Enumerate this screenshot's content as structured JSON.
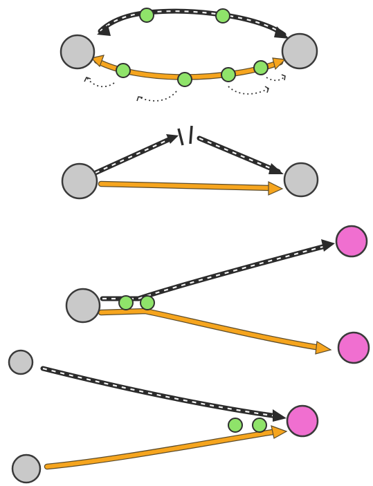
{
  "diagram": {
    "panels": [
      {
        "id": "panel-1-loop",
        "description_nodes": 2
      },
      {
        "id": "panel-2-blocked",
        "description_nodes": 2
      },
      {
        "id": "panel-3-split",
        "description_nodes": 3
      },
      {
        "id": "panel-4-merge",
        "description_nodes": 3
      }
    ],
    "colors": {
      "source_node": "#c9c9c9",
      "target_node": "#f06fd0",
      "waypoint": "#8fe36a",
      "orange_path": "#f6a51e",
      "dark_path": "#2b2b2b"
    }
  }
}
